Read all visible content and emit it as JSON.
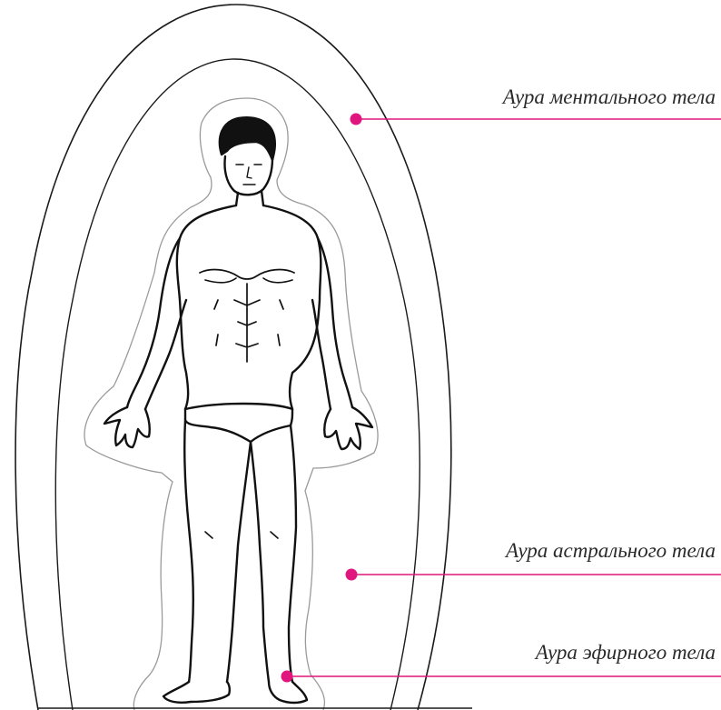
{
  "labels": {
    "mental": "Аура ментального тела",
    "astral": "Аура астрального тела",
    "etheric": "Аура эфирного тела"
  },
  "colors": {
    "pointer": "#e0157d",
    "outline": "#1a1a1a",
    "etheric_outline": "#9a9a9a"
  }
}
